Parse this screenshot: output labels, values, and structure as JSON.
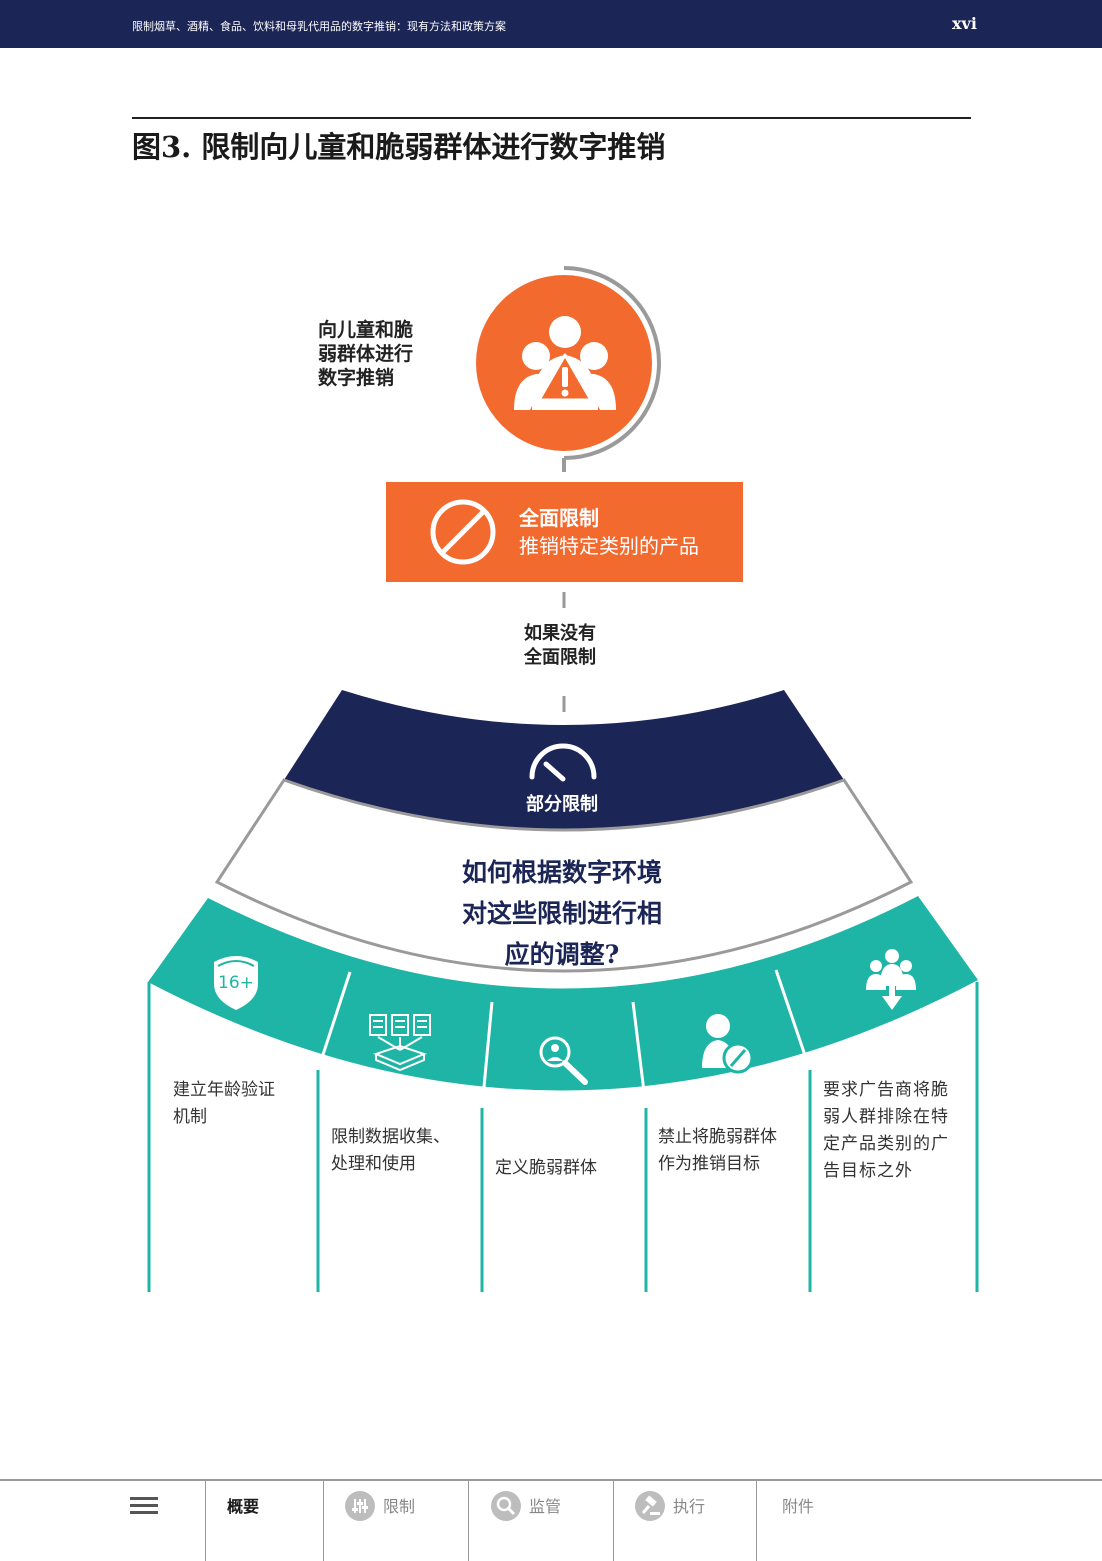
{
  "header": {
    "running_title": "限制烟草、酒精、食品、饮料和母乳代用品的数字推销：现有方法和政策方案",
    "page_number": "xvi"
  },
  "figure": {
    "title": "图3. 限制向儿童和脆弱群体进行数字推销",
    "top_label": [
      "向儿童和脆",
      "弱群体进行",
      "数字推销"
    ],
    "full_restriction": {
      "title": "全面限制",
      "subtitle": "推销特定类别的产品"
    },
    "if_not": [
      "如果没有",
      "全面限制"
    ],
    "partial_restriction": "部分限制",
    "question": [
      "如何根据数字环境",
      "对这些限制进行相",
      "应的调整?"
    ],
    "age_badge": "16+",
    "columns": [
      {
        "icon": "age-verification-shield-icon",
        "lines": [
          "建立年龄验证",
          "机制"
        ]
      },
      {
        "icon": "data-collection-icon",
        "lines": [
          "限制数据收集、",
          "处理和使用"
        ]
      },
      {
        "icon": "magnifier-person-icon",
        "lines": [
          "定义脆弱群体"
        ]
      },
      {
        "icon": "person-ban-icon",
        "lines": [
          "禁止将脆弱群体",
          "作为推销目标"
        ]
      },
      {
        "icon": "group-exclude-icon",
        "lines": [
          "要求广告商将脆",
          "弱人群排除在特",
          "定产品类别的广",
          "告目标之外"
        ]
      }
    ],
    "colors": {
      "orange": "#f26a2e",
      "navy": "#1b2556",
      "teal": "#1fb5a6",
      "gray": "#9a9a9a"
    }
  },
  "nav": {
    "items": [
      {
        "label": "概要",
        "active": true
      },
      {
        "label": "限制",
        "active": false
      },
      {
        "label": "监管",
        "active": false
      },
      {
        "label": "执行",
        "active": false
      },
      {
        "label": "附件",
        "active": false
      }
    ]
  }
}
